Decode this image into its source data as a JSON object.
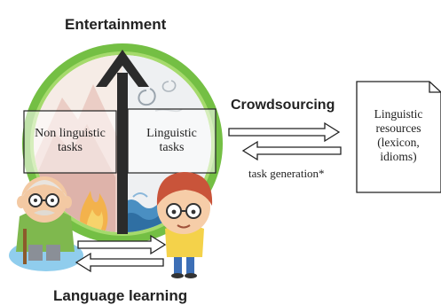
{
  "labels": {
    "top": "Entertainment",
    "bottom": "Language learning",
    "crowdsourcing": "Crowdsourcing",
    "task_generation": "task generation*",
    "left_box": [
      "Non linguistic",
      "tasks"
    ],
    "right_box": [
      "Linguistic",
      "tasks"
    ],
    "document": [
      "Linguistic",
      "resources",
      "(lexicon,",
      "idioms)"
    ]
  },
  "colors": {
    "ring": "#7cc242",
    "arrow": "#2b2b2b",
    "box_border": "#222222"
  },
  "icons": [
    "upward-arrow-icon",
    "grandfather-character",
    "boy-character",
    "document-icon",
    "double-arrow-icon"
  ]
}
